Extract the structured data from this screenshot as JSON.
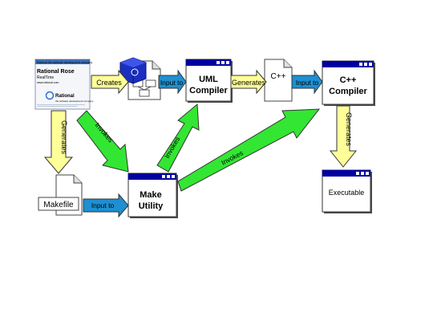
{
  "rose_box": {
    "banner": "Rational the software development company",
    "product": "Rational Rose",
    "edition": "RealTime",
    "url": "www.rational.com",
    "logo": "Rational",
    "tagline": "the software development company"
  },
  "nodes": {
    "uml_compiler": [
      "UML",
      "Compiler"
    ],
    "cpp_compiler": [
      "C++",
      "Compiler"
    ],
    "make_utility": [
      "Make",
      "Utility"
    ],
    "executable": "Executable",
    "makefile": "Makefile",
    "cpp_file": "C++"
  },
  "arrows": {
    "creates": "Creates",
    "input_to_1": "Input to",
    "generates_1": "Generates",
    "input_to_2": "Input to",
    "generates_2": "Generates",
    "generates_3": "Generates",
    "input_to_3": "Input to",
    "invokes_1": "Invokes",
    "invokes_2": "Invokes",
    "invokes_3": "Invokes"
  },
  "colors": {
    "yellow_arrow": "#ffff99",
    "blue_arrow": "#1e8fd0",
    "green_arrow": "#33e633",
    "titlebar": "#0000a0"
  }
}
